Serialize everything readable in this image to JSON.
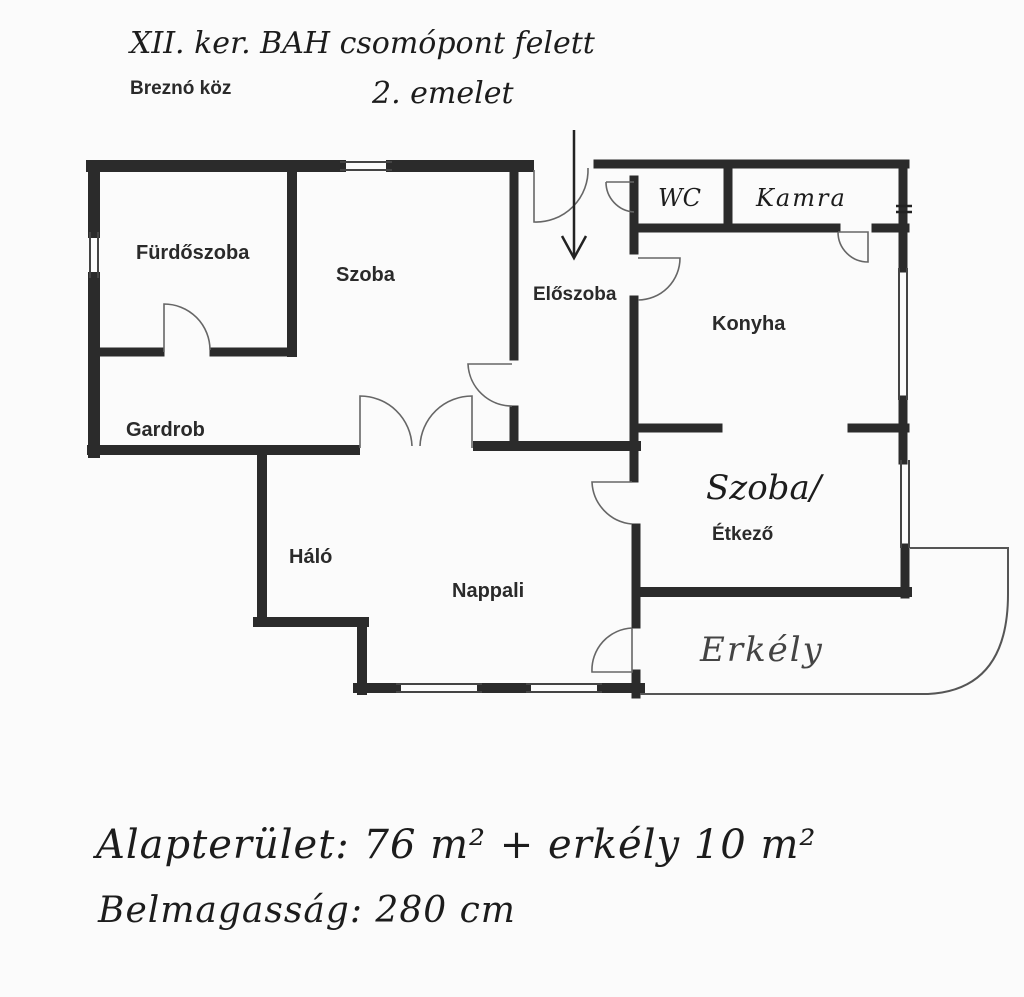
{
  "header": {
    "address_line": "XII. ker. BAH csomópont felett",
    "street": "Breznó köz",
    "floor": "2. emelet"
  },
  "rooms": {
    "bathroom": "Fürdőszoba",
    "room": "Szoba",
    "hall": "Előszoba",
    "wc": "WC",
    "pantry": "Kamra",
    "kitchen": "Konyha",
    "wardrobe": "Gardrob",
    "dining_line1": "Szoba/",
    "dining_line2": "Étkező",
    "sleeping": "Háló",
    "living": "Nappali",
    "balcony": "Erkély"
  },
  "footer": {
    "area": "Alapterület: 76 m² + erkély 10 m²",
    "height": "Belmagasság: 280 cm"
  },
  "colors": {
    "wall": "#2b2b2b",
    "line": "#555555",
    "paper": "#fbfbfb"
  }
}
